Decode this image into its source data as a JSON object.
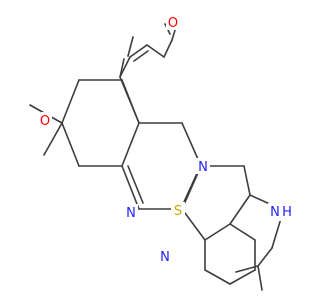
{
  "colors": {
    "bond": "#3d3d3d",
    "carbon": "#3d3d3d",
    "nitrogen": "#2020ff",
    "oxygen": "#ff0000",
    "sulfur": "#c8a800"
  },
  "atoms": {
    "furan_o": "O",
    "pyran_o": "O",
    "pyridine_n": "N",
    "thiophene_s": "S",
    "pyrimidine_n1": "N",
    "pyrimidine_n2": "N",
    "amine_n": "N",
    "amine_h": "H"
  }
}
